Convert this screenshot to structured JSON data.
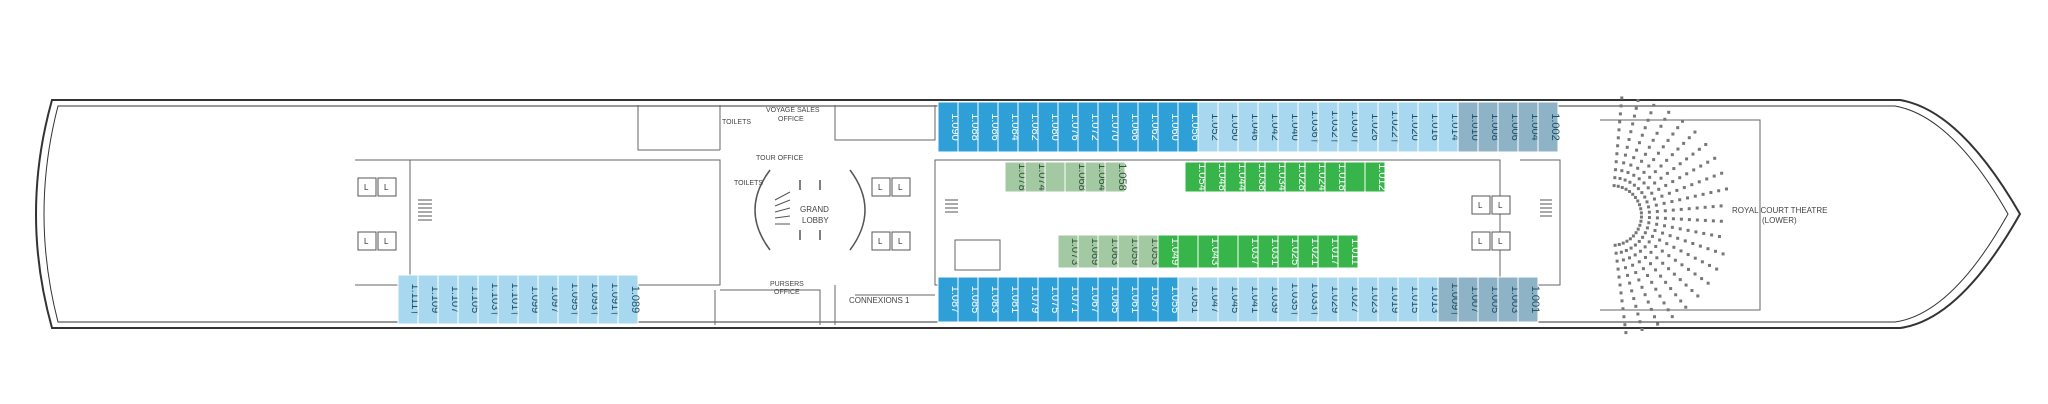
{
  "deck": {
    "colors": {
      "hull": "#333333",
      "dark_blue": "#2f9fd8",
      "light_blue": "#a8d8f0",
      "slate": "#8fb3c6",
      "sage": "#a3c9a3",
      "green": "#37b54a",
      "gray": "#888888"
    },
    "labels": {
      "toilets_top": "TOILETS",
      "voyage_sales": "VOYAGE SALES",
      "office": "OFFICE",
      "tour_office": "TOUR OFFICE",
      "toilets_mid": "TOILETS",
      "grand": "GRAND",
      "lobby": "LOBBY",
      "pursers": "PURSERS",
      "pursers_office": "OFFICE",
      "connexions": "CONNEXIONS 1",
      "theatre": "ROYAL COURT THEATRE",
      "theatre_sub": "(LOWER)",
      "lift": "L"
    },
    "cabins": {
      "top_dark": [
        "1.090",
        "1.088",
        "1.086",
        "1.084",
        "1.082",
        "1.080",
        "1.076",
        "1.072",
        "1.070",
        "1.066",
        "1.062",
        "1.060",
        "1.056"
      ],
      "top_light": [
        "1.052",
        "1.050",
        "1.046",
        "1.042",
        "1.040",
        "1.036†",
        "1.032†",
        "1.030†",
        "1.026",
        "1.022†",
        "1.020",
        "1.016",
        "1.014"
      ],
      "top_slate": [
        "1.010",
        "1.008",
        "1.006",
        "1.004",
        "1.002"
      ],
      "bottom_dark": [
        "1.087",
        "1.085",
        "1.083",
        "1.081",
        "1.079",
        "1.075",
        "1.071",
        "1.067",
        "1.065",
        "1.061",
        "1.057",
        "1.055"
      ],
      "bottom_light": [
        "1.051",
        "1.047",
        "1.045",
        "1.041",
        "1.039",
        "1.035†",
        "1.033†",
        "1.029",
        "1.027",
        "1.023",
        "1.019",
        "1.015",
        "1.013"
      ],
      "bottom_slate": [
        "1.009†",
        "1.007",
        "1.005",
        "1.003",
        "1.001"
      ],
      "aft_light": [
        "1.111†",
        "1.109",
        "1.107",
        "1.105",
        "1.103†",
        "1.101†",
        "1.099",
        "1.097",
        "1.095†",
        "1.093†",
        "1.091†",
        "1.089"
      ],
      "inner_top_sage": [
        "1.078",
        "1.074",
        "",
        "1.068",
        "1.064",
        "1.058"
      ],
      "inner_top_green": [
        "1.054",
        "1.048",
        "1.044",
        "1.038",
        "1.034",
        "1.028",
        "1.024",
        "1.018",
        "",
        "1.012"
      ],
      "inner_bot_sage": [
        "1.073",
        "1.069",
        "1.063",
        "1.059",
        "1.053"
      ],
      "inner_bot_green": [
        "1.049",
        "",
        "1.043",
        "",
        "1.037",
        "1.031",
        "1.025",
        "1.021",
        "1.017",
        "1.011"
      ]
    }
  }
}
